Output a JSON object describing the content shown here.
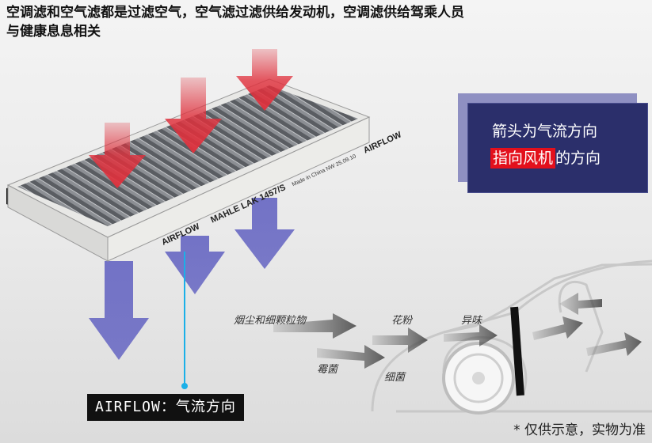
{
  "title": {
    "line1": "空调滤和空气滤都是过滤空气，空气滤过滤供给发动机，空调滤供给驾乘人员",
    "line2": "与健康息息相关"
  },
  "callout": {
    "line1": "箭头为气流方向",
    "highlight": "指向风机",
    "suffix": "的方向"
  },
  "filter_markings": {
    "airflow_left": "AIRFLOW",
    "brand": "MAHLE  LAK 1457/S",
    "made_in": "Made in China  NW 25.09.10",
    "airflow_right": "AIRFLOW"
  },
  "airflow_label": "AIRFLOW：气流方向",
  "flow_labels": {
    "smoke": "烟尘和细颗粒物",
    "pollen": "花粉",
    "odor": "异味",
    "mold": "霉菌",
    "bacteria": "细菌"
  },
  "footnote": "* 仅供示意，实物为准",
  "colors": {
    "inflow_arrow": "#e0303c",
    "outflow_arrow": "#6c6cc4",
    "callout_bg": "#2b2f6b",
    "callout_highlight": "#e3101c",
    "label_bg": "#111111",
    "pointer_line": "#1ab0e8"
  }
}
